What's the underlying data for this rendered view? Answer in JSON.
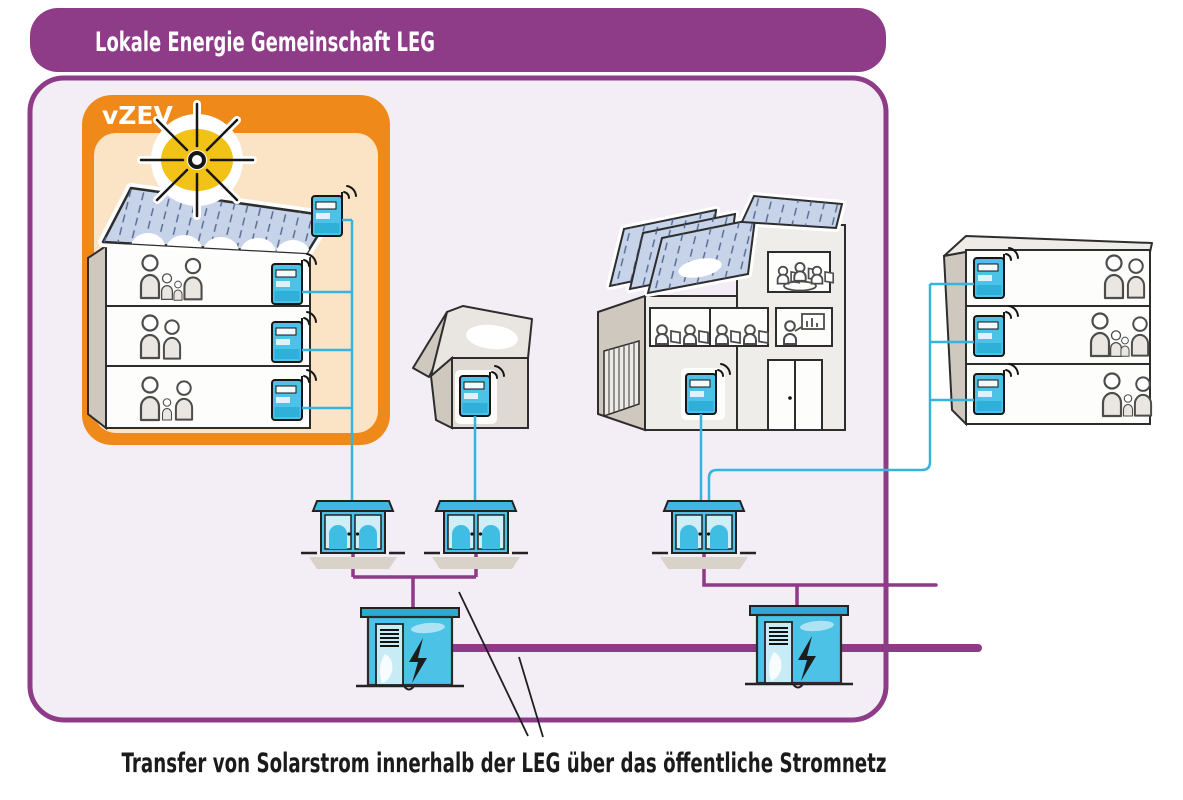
{
  "header": {
    "title": "Lokale Energie Gemeinschaft LEG"
  },
  "vzev_box": {
    "label": "vZEV"
  },
  "caption": "Transfer von Solarstrom innerhalb der LEG über das öffentliche Stromnetz",
  "palette": {
    "frame_purple": "#8e3c87",
    "wire_purple": "#8e3a87",
    "inner_background": "#f3edf6",
    "vzev_orange": "#ef8a1a",
    "vzev_peach_fill": "#fbe4c6",
    "wire_cyan": "#35b4dd",
    "meter_blue": "#4cc2e6",
    "meter_blue_dark": "#2fb0d8",
    "solar_panel_blue": "#c6d3e8",
    "wall_beige": "#cfc8bf",
    "wall_light": "#efede9",
    "sun_yellow": "#f3c217",
    "outline": "#2d2d2d",
    "caption_text": "#1b1b1b",
    "title_text": "#ffffff"
  },
  "icons": {
    "sun": "sun-icon",
    "solar_panel": "solar-panel-icon",
    "smart_meter": "smart-meter-icon (box with wifi antenna)",
    "family": "family-icon (stick figures)",
    "office_workers": "office-workers-icon (people at desks)",
    "meeting": "meeting-room-icon (people around table)",
    "presentation": "presentation-chart-icon",
    "distribution_cabinet": "distribution-cabinet-icon (two-door box)",
    "transformer": "transformer-station-icon (lightning bolt hut)",
    "door": "door-icon",
    "garage": "garage-door-icon"
  },
  "components": {
    "vzev_building": {
      "floors": 3,
      "smart_meters": 4,
      "solar_roof": true,
      "sun": true
    },
    "small_house": {
      "smart_meters": 1
    },
    "office_building": {
      "smart_meters": 1,
      "solar_roof": true,
      "roof_panels": 4
    },
    "right_apartment_building": {
      "floors": 3,
      "smart_meters": 3
    },
    "distribution_cabinets": 3,
    "transformer_stations": 2,
    "callout_lines": 2
  }
}
